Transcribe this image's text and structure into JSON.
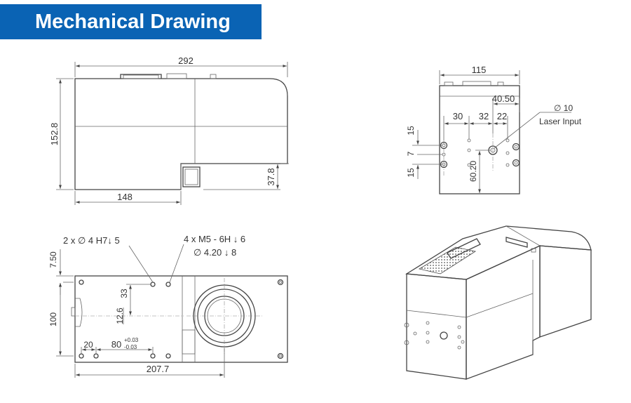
{
  "title": "Mechanical Drawing",
  "colors": {
    "banner": "#0a63b4",
    "banner_text": "#ffffff",
    "line": "#444444"
  },
  "side_view": {
    "width_label": "292",
    "height_label": "152.8",
    "bottom_width_label": "148",
    "step_height_label": "37.8"
  },
  "end_view": {
    "width_label": "115",
    "offset_label": "40.50",
    "spacing_a": "30",
    "spacing_b": "32",
    "spacing_c": "22",
    "diameter_label": "∅ 10",
    "input_label": "Laser Input",
    "v_spacing_top": "15",
    "v_spacing_mid": "7",
    "v_spacing_bot": "15",
    "center_height_label": "60.20"
  },
  "top_view": {
    "callout_pins": "2 x ∅ 4 H7↓ 5",
    "callout_threads_1": "4 x  M5 - 6H ↓ 6",
    "callout_threads_2": "∅ 4.20 ↓ 8",
    "left_offset_label": "7.50",
    "height_label": "100",
    "hole_offset_label": "33",
    "center_offset_label": "12.6",
    "edge_offset_label": "20",
    "pin_spacing_label": "80",
    "tol_plus": "+0.03",
    "tol_minus": "-0.03",
    "total_width_label": "207.7"
  }
}
